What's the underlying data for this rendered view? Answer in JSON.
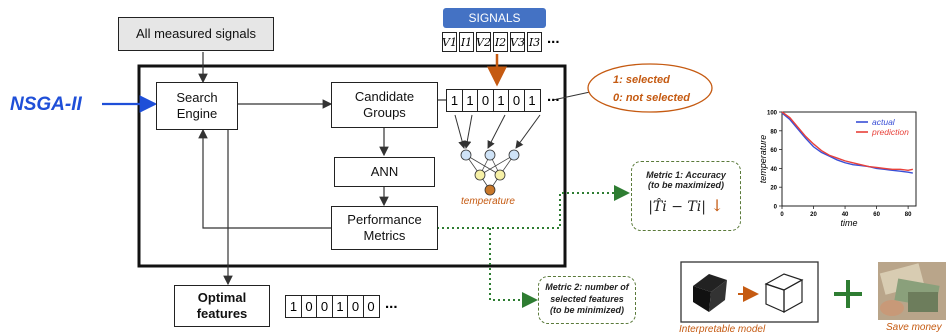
{
  "all_signals": "All measured signals",
  "nsga": "NSGA-II",
  "search_engine": "Search Engine",
  "candidate_groups": "Candidate Groups",
  "ann": "ANN",
  "performance_metrics": "Performance Metrics",
  "optimal_features": "Optimal features",
  "signals": {
    "title": "SIGNALS",
    "cells": [
      "V1",
      "I1",
      "V2",
      "I2",
      "V3",
      "I3"
    ],
    "dots": "..."
  },
  "selection_bits": [
    "1",
    "1",
    "0",
    "1",
    "0",
    "1"
  ],
  "selection_dots": "...",
  "optimal_bits": [
    "1",
    "0",
    "0",
    "1",
    "0",
    "0"
  ],
  "optimal_dots": "...",
  "selected_note": {
    "line1": "1: selected",
    "line2": "0: not selected"
  },
  "temperature_label": "temperature",
  "metric1": {
    "title": "Metric 1: Accuracy",
    "sub": "(to be maximized)",
    "formula": "|T̂i − Ti|"
  },
  "metric2": {
    "line1": "Metric 2: number of",
    "line2": "selected features",
    "line3": "(to be minimized)"
  },
  "chart_data": {
    "type": "line",
    "ylabel": "temperature",
    "xlabel": "time",
    "yticks": [
      "100",
      "80",
      "60",
      "40",
      "20",
      "0"
    ],
    "xticks": [
      "0",
      "20",
      "40",
      "60",
      "80"
    ],
    "xlim": [
      0,
      85
    ],
    "ylim": [
      0,
      100
    ],
    "legend": [
      "actual",
      "prediction"
    ],
    "series": [
      {
        "name": "actual",
        "color": "#3a4fd6",
        "x": [
          0,
          5,
          10,
          15,
          20,
          25,
          30,
          35,
          40,
          45,
          50,
          55,
          60,
          65,
          70,
          75,
          80,
          83
        ],
        "y": [
          99,
          92,
          82,
          72,
          63,
          57,
          53,
          49,
          46,
          44,
          43,
          42,
          40,
          39,
          38,
          37,
          36,
          35
        ]
      },
      {
        "name": "prediction",
        "color": "#e8413a",
        "x": [
          0,
          5,
          10,
          15,
          20,
          25,
          30,
          35,
          40,
          45,
          50,
          55,
          60,
          65,
          70,
          75,
          80,
          83
        ],
        "y": [
          100,
          94,
          84,
          74,
          66,
          59,
          54,
          51,
          48,
          46,
          44,
          42,
          41,
          40,
          39,
          39,
          38,
          39
        ]
      }
    ]
  },
  "interpretable_model": "Interpretable model",
  "save_money": "Save money",
  "colors": {
    "accent_blue": "#1f4fd8",
    "orange": "#c55a11",
    "green": "#2e7d32",
    "signal_blue": "#4472c4"
  }
}
